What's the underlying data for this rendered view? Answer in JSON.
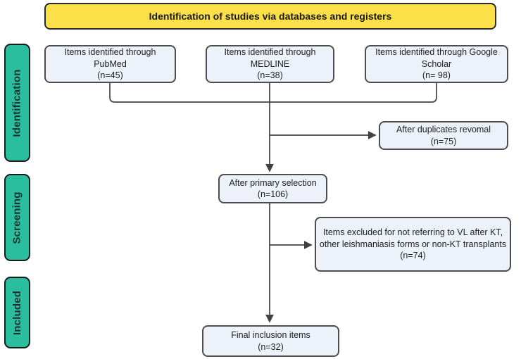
{
  "banner": {
    "title": "Identification of studies via databases and registers"
  },
  "sidebar": {
    "stages": [
      {
        "id": "identification",
        "label": "Identification"
      },
      {
        "id": "screening",
        "label": "Screening"
      },
      {
        "id": "included",
        "label": "Included"
      }
    ]
  },
  "boxes": {
    "pubmed": {
      "lines": [
        "Items identified through",
        "PubMed"
      ],
      "count": "(n=45)"
    },
    "medline": {
      "lines": [
        "Items identified through",
        "MEDLINE"
      ],
      "count": "(n=38)"
    },
    "google": {
      "lines": [
        "Items identified through Google",
        "Scholar"
      ],
      "count": "(n= 98)"
    },
    "duplicates": {
      "lines": [
        "After duplicates revomal"
      ],
      "count": "(n=75)"
    },
    "primary": {
      "lines": [
        "After primary selection"
      ],
      "count": "(n=106)"
    },
    "excluded": {
      "lines": [
        "Items excluded for not referring to VL after KT,",
        "other leishmaniasis forms or non-KT transplants"
      ],
      "count": "(n=74)"
    },
    "final": {
      "lines": [
        "Final inclusion items"
      ],
      "count": "(n=32)"
    }
  },
  "colors": {
    "banner-fill": "#FCE04A",
    "banner-border": "#2B2B2B",
    "stage-fill": "#2BBE9E",
    "stage-border": "#1A1A1A",
    "stage-text": "#1E3330",
    "box-fill": "#EDF2FA",
    "box-border": "#4D4D4D",
    "line": "#424242",
    "text": "#1F1F1F"
  }
}
